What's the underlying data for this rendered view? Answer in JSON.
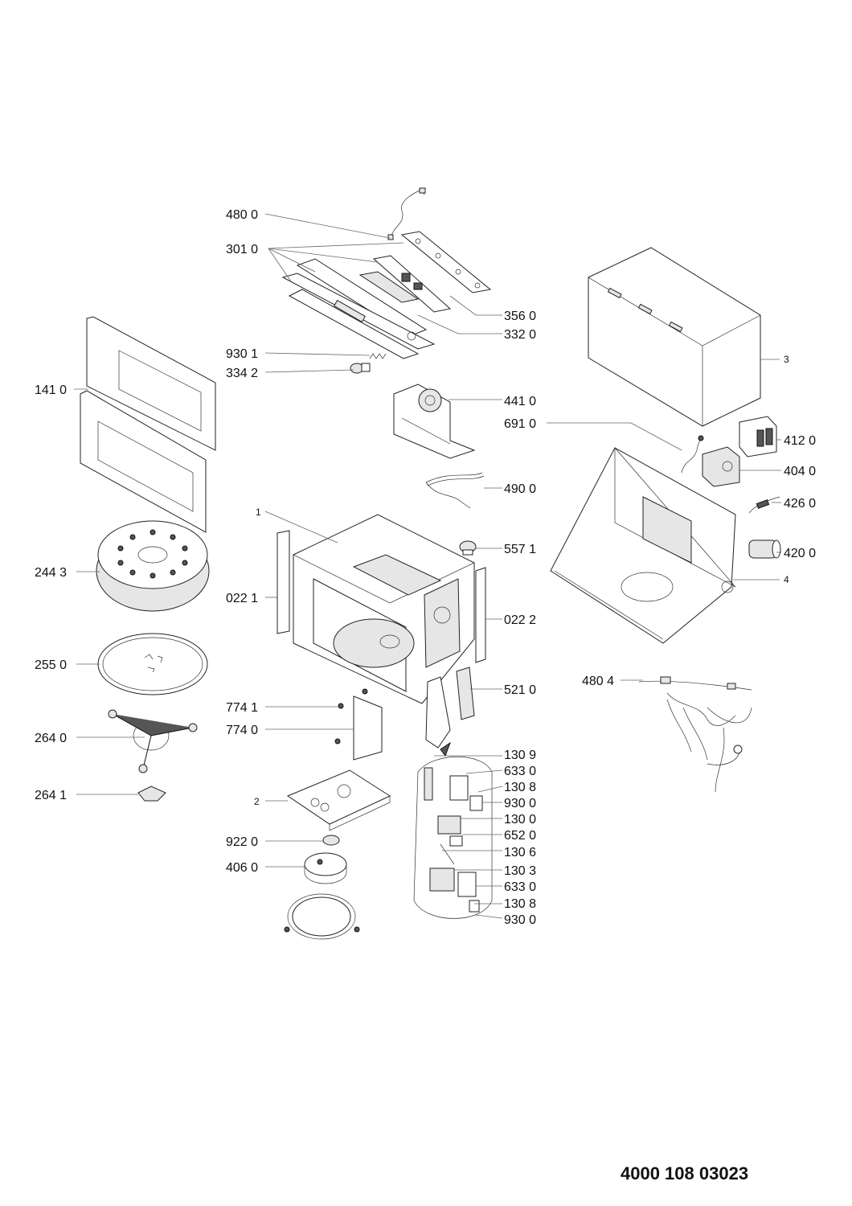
{
  "document_number": "4000 108 03023",
  "callouts": {
    "c480_0": "480 0",
    "c301_0": "301 0",
    "c356_0": "356 0",
    "c332_0": "332 0",
    "c930_1": "930 1",
    "c334_2": "334 2",
    "c141_0": "141 0",
    "c441_0": "441 0",
    "c691_0": "691 0",
    "c490_0": "490 0",
    "c1": "1",
    "c557_1": "557 1",
    "c244_3": "244 3",
    "c022_1": "022 1",
    "c022_2": "022 2",
    "c255_0": "255 0",
    "c521_0": "521 0",
    "c774_1": "774 1",
    "c774_0": "774 0",
    "c264_0": "264 0",
    "c264_1": "264 1",
    "c2": "2",
    "c922_0": "922 0",
    "c406_0": "406 0",
    "c130_9": "130 9",
    "c633_0a": "633 0",
    "c130_8a": "130 8",
    "c930_0a": "930 0",
    "c130_0": "130 0",
    "c652_0": "652 0",
    "c130_6": "130 6",
    "c130_3": "130 3",
    "c633_0b": "633 0",
    "c130_8b": "130 8",
    "c930_0b": "930 0",
    "c3": "3",
    "c412_0": "412 0",
    "c404_0": "404 0",
    "c426_0": "426 0",
    "c420_0": "420 0",
    "c4": "4",
    "c480_4": "480 4"
  }
}
